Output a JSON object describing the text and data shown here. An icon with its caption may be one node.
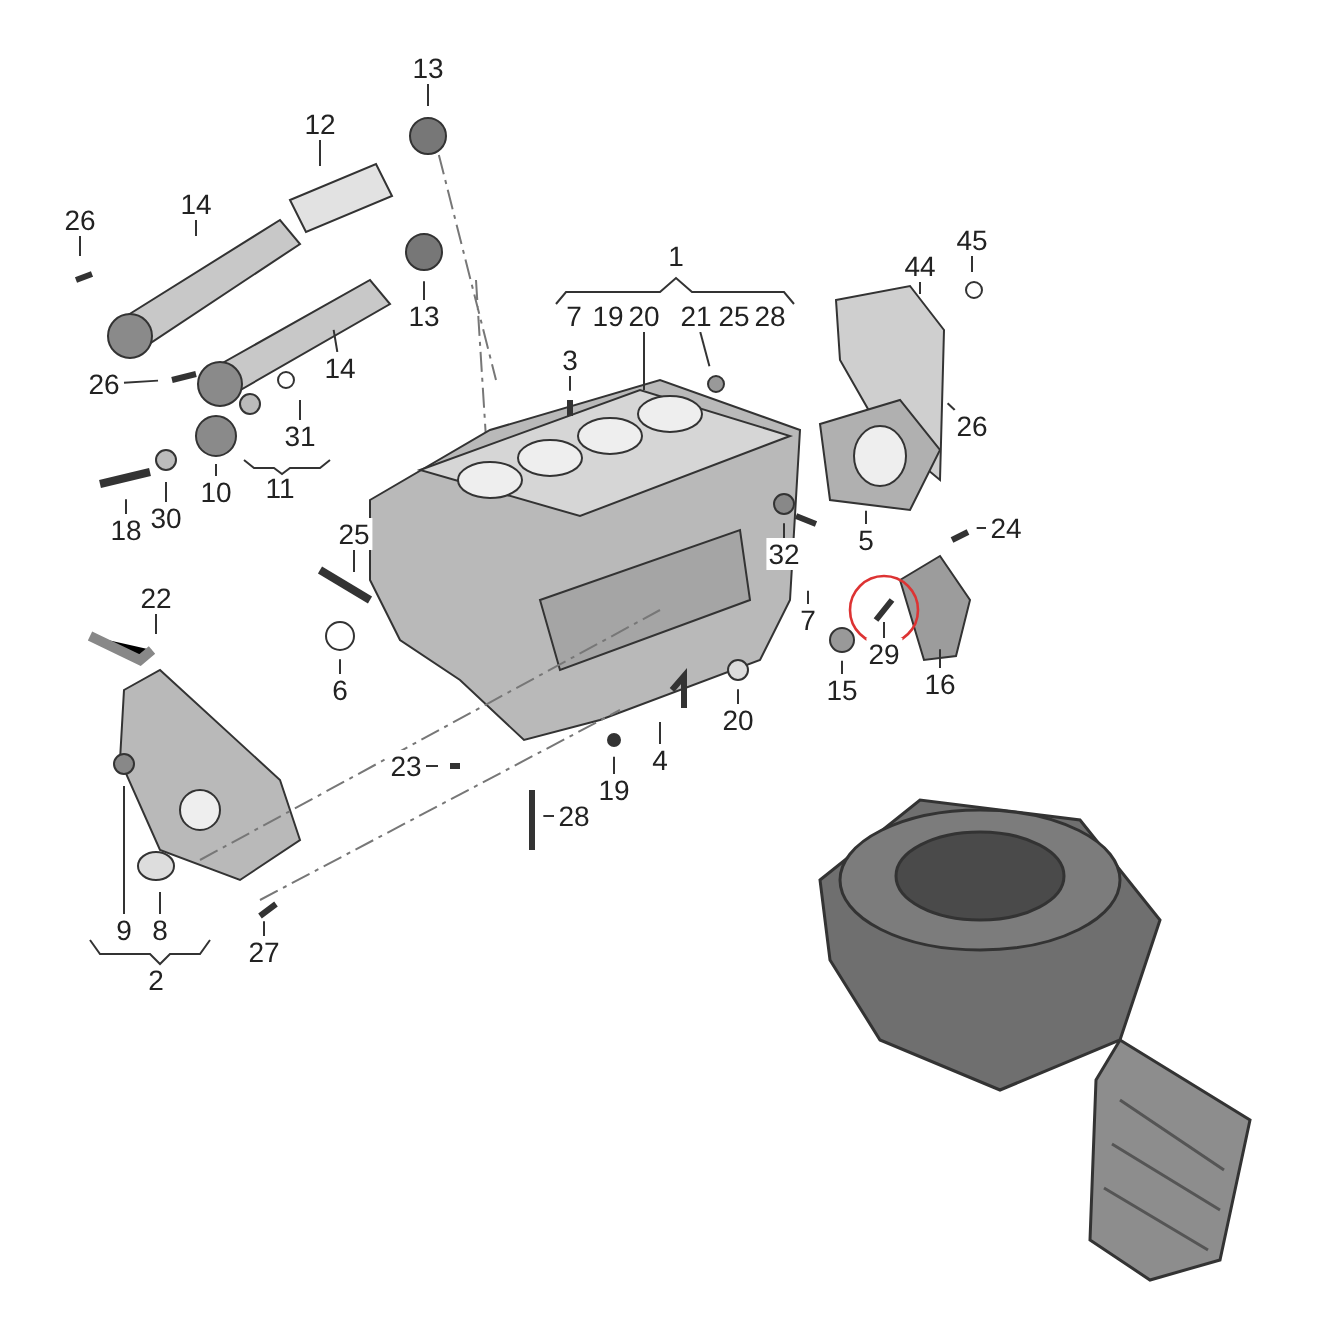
{
  "diagram": {
    "nodes": [
      {
        "text": [
          "13"
        ]
      },
      {
        "text": [
          "12"
        ]
      },
      {
        "text": [
          "26"
        ]
      },
      {
        "text": [
          "14"
        ]
      },
      {
        "text": [
          "45"
        ]
      },
      {
        "text": [
          "44"
        ]
      },
      {
        "text": [
          "13"
        ]
      },
      {
        "text": [
          "20"
        ]
      },
      {
        "text": [
          "21"
        ]
      },
      {
        "text": [
          "26"
        ]
      },
      {
        "text": [
          "14"
        ]
      },
      {
        "text": [
          "3"
        ]
      },
      {
        "text": [
          "26"
        ]
      },
      {
        "text": [
          "31"
        ]
      },
      {
        "text": [
          "10"
        ]
      },
      {
        "text": [
          "30"
        ]
      },
      {
        "text": [
          "24"
        ]
      },
      {
        "text": [
          "18"
        ]
      },
      {
        "text": [
          "25"
        ]
      },
      {
        "text": [
          "5"
        ]
      },
      {
        "text": [
          "32"
        ]
      },
      {
        "text": [
          "22"
        ]
      },
      {
        "text": [
          "7"
        ]
      },
      {
        "text": [
          "29"
        ]
      },
      {
        "text": [
          "6"
        ]
      },
      {
        "text": [
          "15"
        ]
      },
      {
        "text": [
          "16"
        ]
      },
      {
        "text": [
          "20"
        ]
      },
      {
        "text": [
          "4"
        ]
      },
      {
        "text": [
          "23"
        ]
      },
      {
        "text": [
          "19"
        ]
      },
      {
        "text": [
          "28"
        ]
      },
      {
        "text": [
          "9"
        ]
      },
      {
        "text": [
          "8"
        ]
      },
      {
        "text": [
          "27"
        ]
      }
    ],
    "edges": [
      {
        "from": 0,
        "to": null,
        "arrow": "none"
      },
      {
        "from": 1,
        "to": null,
        "arrow": "none"
      },
      {
        "from": 2,
        "to": null,
        "arrow": "none"
      },
      {
        "from": 3,
        "to": null,
        "arrow": "none"
      },
      {
        "from": 4,
        "to": null,
        "arrow": "none"
      },
      {
        "from": 5,
        "to": null,
        "arrow": "none"
      },
      {
        "from": 6,
        "to": null,
        "arrow": "none"
      },
      {
        "from": 7,
        "to": null,
        "arrow": "none"
      },
      {
        "from": 8,
        "to": null,
        "arrow": "none"
      },
      {
        "from": 9,
        "to": null,
        "arrow": "none"
      },
      {
        "from": 10,
        "to": null,
        "arrow": "none"
      },
      {
        "from": 11,
        "to": null,
        "arrow": "none"
      },
      {
        "from": 12,
        "to": null,
        "arrow": "none"
      },
      {
        "from": 13,
        "to": null,
        "arrow": "none"
      },
      {
        "from": 14,
        "to": null,
        "arrow": "none"
      },
      {
        "from": 15,
        "to": null,
        "arrow": "none"
      },
      {
        "from": 16,
        "to": null,
        "arrow": "none"
      },
      {
        "from": 17,
        "to": null,
        "arrow": "none"
      },
      {
        "from": 18,
        "to": null,
        "arrow": "none"
      },
      {
        "from": 19,
        "to": null,
        "arrow": "none"
      },
      {
        "from": 20,
        "to": null,
        "arrow": "none"
      },
      {
        "from": 21,
        "to": null,
        "arrow": "none"
      },
      {
        "from": 22,
        "to": null,
        "arrow": "none"
      },
      {
        "from": 23,
        "to": null,
        "arrow": "none"
      },
      {
        "from": 24,
        "to": null,
        "arrow": "none"
      },
      {
        "from": 25,
        "to": null,
        "arrow": "none"
      },
      {
        "from": 26,
        "to": null,
        "arrow": "none"
      },
      {
        "from": 27,
        "to": null,
        "arrow": "none"
      },
      {
        "from": 28,
        "to": null,
        "arrow": "none"
      },
      {
        "from": 29,
        "to": null,
        "arrow": "none"
      },
      {
        "from": 30,
        "to": null,
        "arrow": "none"
      },
      {
        "from": 31,
        "to": null,
        "arrow": "none"
      },
      {
        "from": 32,
        "to": null,
        "arrow": "none"
      },
      {
        "from": 33,
        "to": null,
        "arrow": "none"
      },
      {
        "from": 34,
        "to": null,
        "arrow": "none"
      }
    ],
    "labels": [
      "1",
      "7",
      "19",
      "25",
      "28",
      "11",
      "2"
    ]
  }
}
